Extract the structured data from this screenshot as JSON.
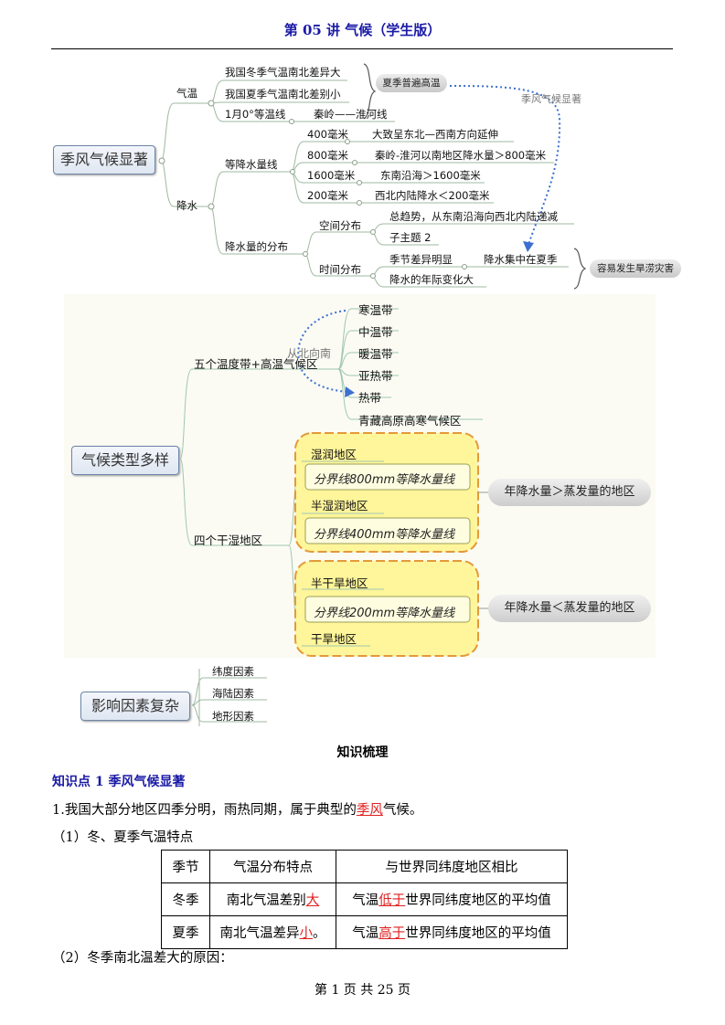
{
  "header": {
    "title": "第 05 讲  气候（学生版）"
  },
  "map1": {
    "root": "季风气候显著",
    "qiwen": "气温",
    "qiwen_items": [
      "我国冬季气温南北差异大",
      "我国夏季气温南北差别小",
      "1月0°等温线"
    ],
    "qiwen_line": "秦岭——淮河线",
    "summer_pill": "夏季普遍高温",
    "monsoon_note": "季风气候显著",
    "jiangshui": "降水",
    "isohyet": "等降水量线",
    "isohyet_items": [
      "400毫米",
      "800毫米",
      "1600毫米",
      "200毫米"
    ],
    "isohyet_desc": [
      "大致呈东北—西南方向延伸",
      "秦岭-淮河以南地区降水量＞800毫米",
      "东南沿海＞1600毫米",
      "西北内陆降水＜200毫米"
    ],
    "distribution": "降水量的分布",
    "spatial": "空间分布",
    "spatial_items": [
      "总趋势，从东南沿海向西北内陆递减",
      "子主题 2"
    ],
    "temporal": "时间分布",
    "temporal_items": [
      "季节差异明显",
      "降水的年际变化大"
    ],
    "temporal_sub": "降水集中在夏季",
    "disaster_pill": "容易发生旱涝灾害"
  },
  "map2": {
    "root": "气候类型多样",
    "five_zones": "五个温度带+高温气候区",
    "zones": [
      "寒温带",
      "中温带",
      "暖温带",
      "亚热带",
      "热带",
      "青藏高原高寒气候区"
    ],
    "north_to_south": "从北向南",
    "four_regions": "四个干湿地区",
    "wet_group": [
      "湿润地区",
      "分界线800mm等降水量线",
      "半湿润地区",
      "分界线400mm等降水量线"
    ],
    "dry_group": [
      "半干旱地区",
      "分界线200mm等降水量线",
      "干旱地区"
    ],
    "wet_pill": "年降水量＞蒸发量的地区",
    "dry_pill": "年降水量＜蒸发量的地区"
  },
  "map3": {
    "root": "影响因素复杂",
    "items": [
      "纬度因素",
      "海陆因素",
      "地形因素"
    ]
  },
  "section_title": "知识梳理",
  "knowledge_point": "知识点 1  季风气候显著",
  "para1": {
    "pre": "1.我国大部分地区四季分明，雨热同期，属于典型的",
    "highlight": "季风",
    "post": "气候。"
  },
  "sub1": "（1）冬、夏季气温特点",
  "table": {
    "headers": [
      "季节",
      "气温分布特点",
      "与世界同纬度地区相比"
    ],
    "rows": [
      {
        "season": "冬季",
        "pre": "南北气温差别",
        "hl": "大",
        "post": "",
        "c_pre": "气温",
        "c_hl": "低于",
        "c_post": "世界同纬度地区的平均值"
      },
      {
        "season": "夏季",
        "pre": "南北气温差异",
        "hl": "小",
        "post": "。",
        "c_pre": "气温",
        "c_hl": "高于",
        "c_post": "世界同纬度地区的平均值"
      }
    ]
  },
  "sub2": "（2）冬季南北温差大的原因：",
  "footer": "第  1  页  共  25  页",
  "colors": {
    "header_blue": "#1a1aa6",
    "highlight_red": "#e0201e",
    "line_green": "#a9c7a4",
    "bubble_yellow": "#fff7a0",
    "bubble_border": "#e8a33a",
    "arrow_blue": "#3b6fd1"
  }
}
